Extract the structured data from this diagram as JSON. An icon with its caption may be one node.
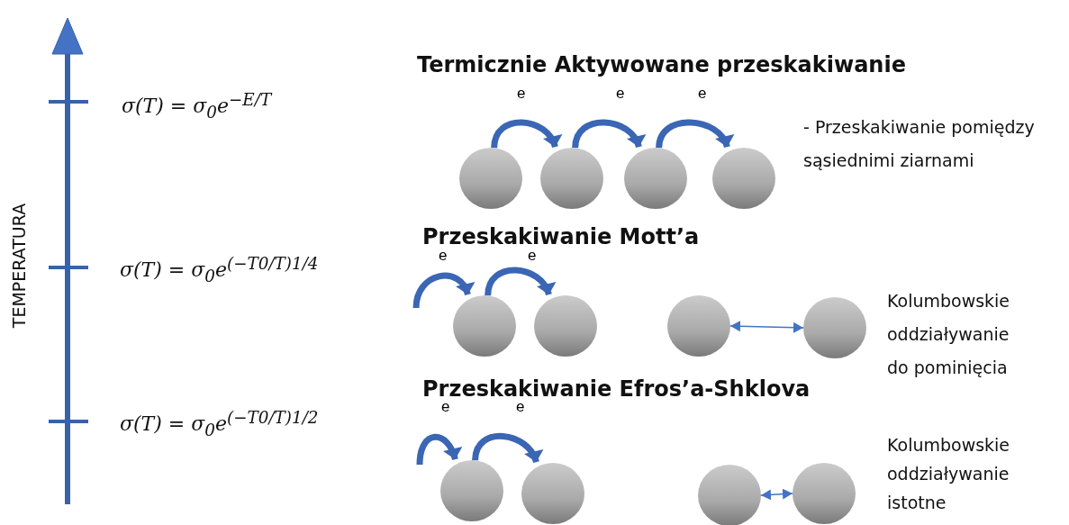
{
  "diagram": {
    "nodes": [
      {
        "text": [],
        "shape": "circle"
      },
      {
        "text": [],
        "shape": "circle"
      },
      {
        "text": [],
        "shape": "circle"
      },
      {
        "text": [],
        "shape": "circle"
      },
      {
        "text": [],
        "shape": "circle"
      },
      {
        "text": [],
        "shape": "circle"
      },
      {
        "text": [],
        "shape": "circle"
      },
      {
        "text": [],
        "shape": "circle"
      },
      {
        "text": [],
        "shape": "circle"
      },
      {
        "text": [],
        "shape": "circle"
      },
      {
        "text": [],
        "shape": "circle"
      },
      {
        "text": [],
        "shape": "circle"
      }
    ],
    "edges": [
      {
        "from": 0,
        "to": 1,
        "arrow": "to",
        "label": "e"
      },
      {
        "from": 1,
        "to": 2,
        "arrow": "to",
        "label": "e"
      },
      {
        "from": 2,
        "to": 3,
        "arrow": "to",
        "label": "e"
      },
      {
        "from": null,
        "to": 4,
        "arrow": "to",
        "label": "e"
      },
      {
        "from": 4,
        "to": 5,
        "arrow": "to",
        "label": "e"
      },
      {
        "from": 6,
        "to": 7,
        "arrow": "both"
      },
      {
        "from": null,
        "to": 8,
        "arrow": "to",
        "label": "e"
      },
      {
        "from": 8,
        "to": 9,
        "arrow": "to",
        "label": "e"
      },
      {
        "from": 10,
        "to": 11,
        "arrow": "both"
      }
    ],
    "labels": [
      "TEMPERATURA",
      "σ(T) = σ$_{0}$e$^{−E/T}$",
      "Termicznie Aktywowane przeskakiwanie",
      "- Przeskakiwanie pomiędzy sąsiednimi ziarnami",
      "Przeskakiwanie Mott’a",
      "σ(T) = σ$_{0}$e$^{(−T}$$^{0}$$^{/T)}$$^{1/4}$",
      "Kolumbowskie oddziaływanie do pominięcia",
      "Przeskakiwanie Efros’a-Shklova",
      "σ(T) = σ$_{0}$e$^{(−T}$$^{0}$$^{/T)}$$^{1/2}$",
      "Kolumbowskie oddziaływanie istotne"
    ]
  }
}
